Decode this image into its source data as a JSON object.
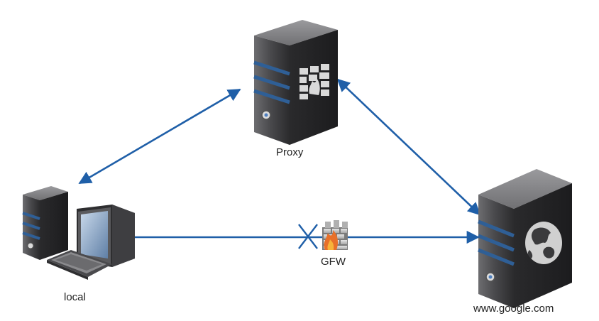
{
  "nodes": {
    "proxy": {
      "label": "Proxy",
      "icon": "firewall-server-icon"
    },
    "local": {
      "label": "local",
      "icon": "desktop-computer-icon"
    },
    "google": {
      "label": "www.google.com",
      "icon": "web-server-icon"
    },
    "gfw": {
      "label": "GFW",
      "icon": "firewall-icon"
    }
  },
  "connections": [
    {
      "from": "local",
      "to": "proxy",
      "style": "bidirectional"
    },
    {
      "from": "proxy",
      "to": "google",
      "style": "bidirectional"
    },
    {
      "from": "local",
      "to": "google",
      "style": "blocked"
    }
  ],
  "colors": {
    "arrow": "#1f5fa8",
    "blocked_mark": "#1f5fa8",
    "server_body": "#3a3a3c",
    "server_stripe": "#2f5f96",
    "label_text": "#222222"
  }
}
